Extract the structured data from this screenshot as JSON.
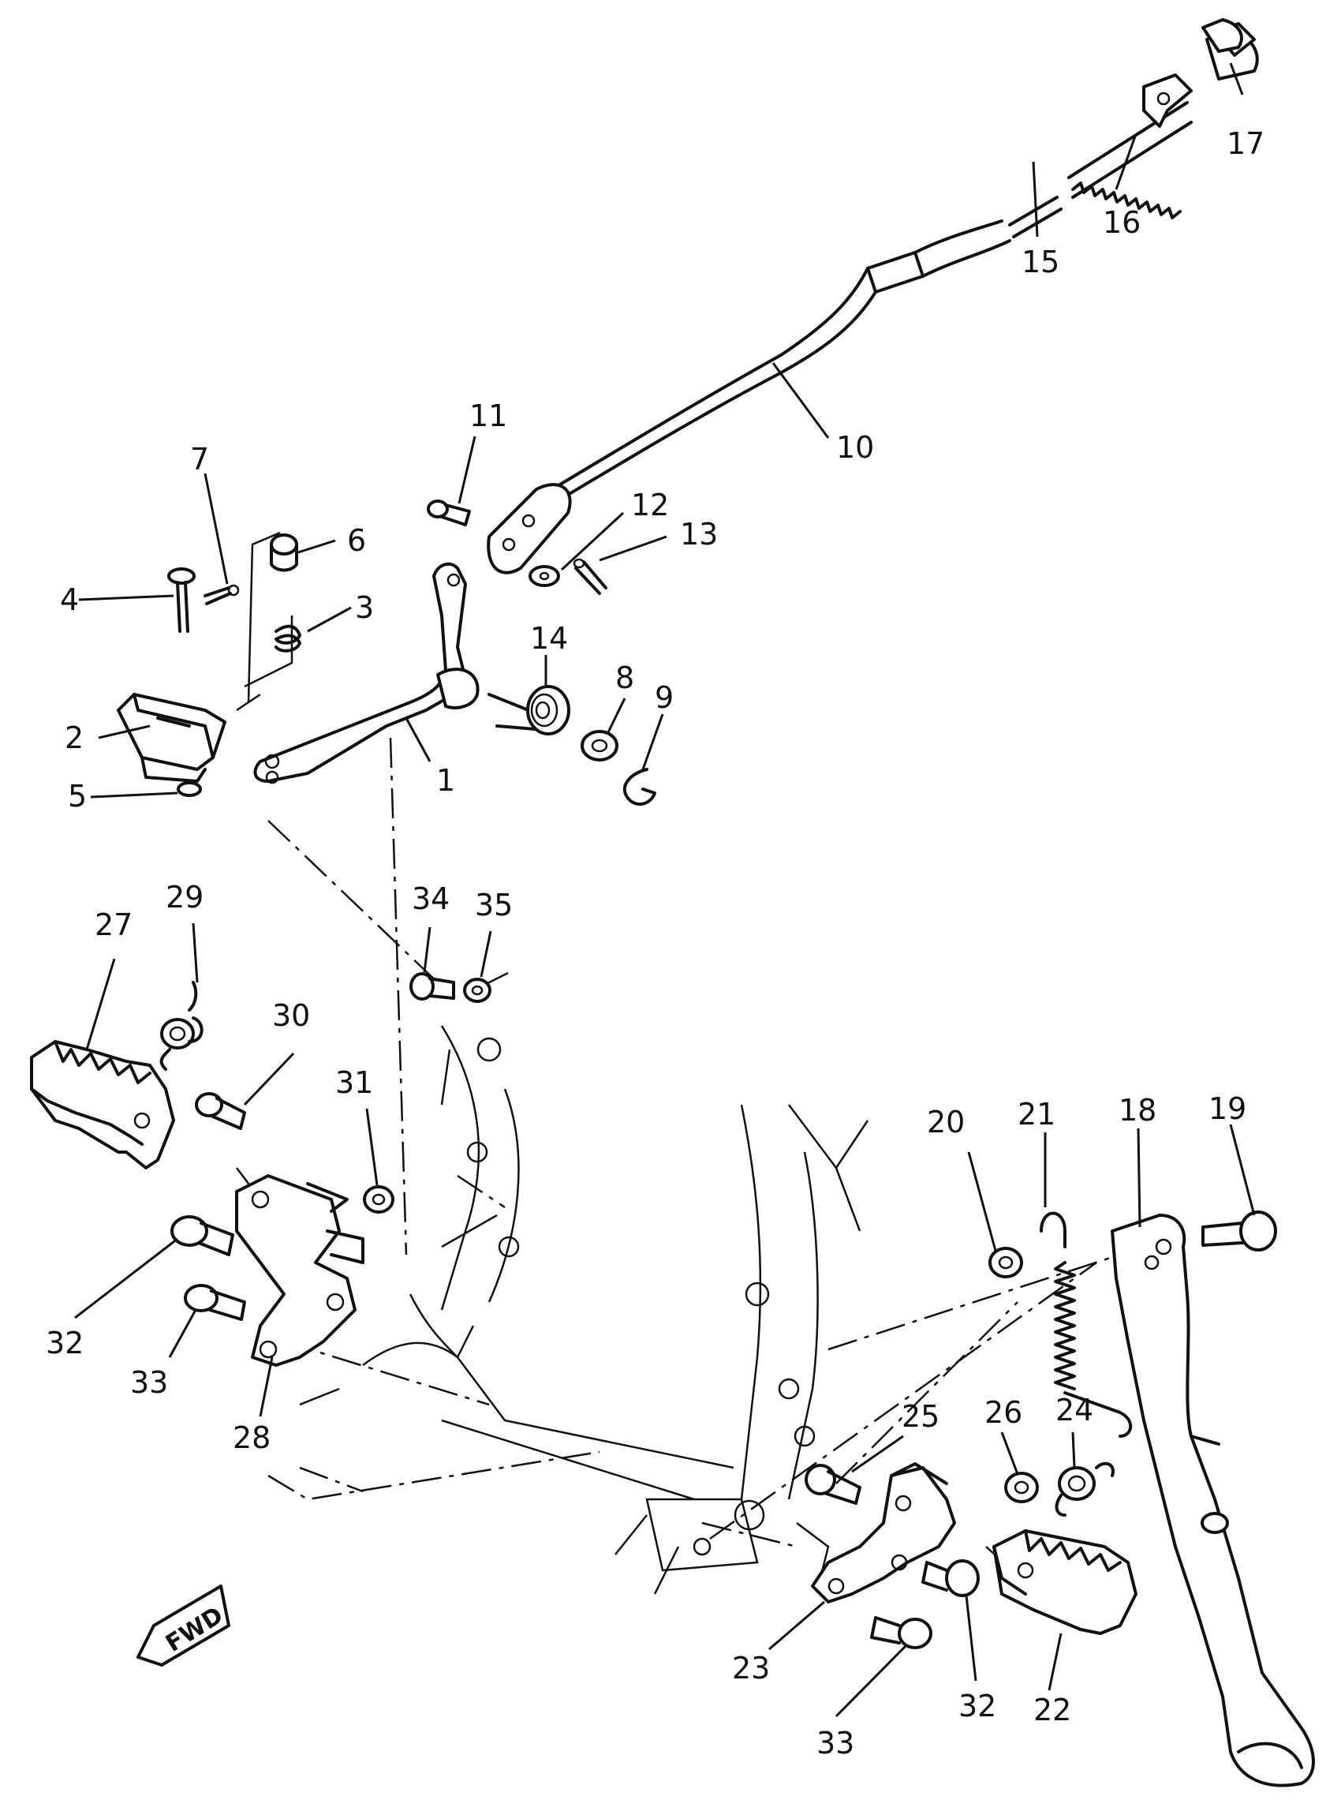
{
  "diagram": {
    "fwd_label": "FWD",
    "callouts": [
      {
        "id": "1",
        "label": "1"
      },
      {
        "id": "2",
        "label": "2"
      },
      {
        "id": "3",
        "label": "3"
      },
      {
        "id": "4",
        "label": "4"
      },
      {
        "id": "5",
        "label": "5"
      },
      {
        "id": "6",
        "label": "6"
      },
      {
        "id": "7",
        "label": "7"
      },
      {
        "id": "8",
        "label": "8"
      },
      {
        "id": "9",
        "label": "9"
      },
      {
        "id": "10",
        "label": "10"
      },
      {
        "id": "11",
        "label": "11"
      },
      {
        "id": "12",
        "label": "12"
      },
      {
        "id": "13",
        "label": "13"
      },
      {
        "id": "14",
        "label": "14"
      },
      {
        "id": "15",
        "label": "15"
      },
      {
        "id": "16",
        "label": "16"
      },
      {
        "id": "17",
        "label": "17"
      },
      {
        "id": "18",
        "label": "18"
      },
      {
        "id": "19",
        "label": "19"
      },
      {
        "id": "20",
        "label": "20"
      },
      {
        "id": "21",
        "label": "21"
      },
      {
        "id": "22",
        "label": "22"
      },
      {
        "id": "23",
        "label": "23"
      },
      {
        "id": "24",
        "label": "24"
      },
      {
        "id": "25",
        "label": "25"
      },
      {
        "id": "26",
        "label": "26"
      },
      {
        "id": "27",
        "label": "27"
      },
      {
        "id": "28",
        "label": "28"
      },
      {
        "id": "29",
        "label": "29"
      },
      {
        "id": "30",
        "label": "30"
      },
      {
        "id": "31",
        "label": "31"
      },
      {
        "id": "32",
        "label": "32"
      },
      {
        "id": "32b",
        "label": "32"
      },
      {
        "id": "33",
        "label": "33"
      },
      {
        "id": "33b",
        "label": "33"
      },
      {
        "id": "34",
        "label": "34"
      },
      {
        "id": "35",
        "label": "35"
      }
    ]
  }
}
